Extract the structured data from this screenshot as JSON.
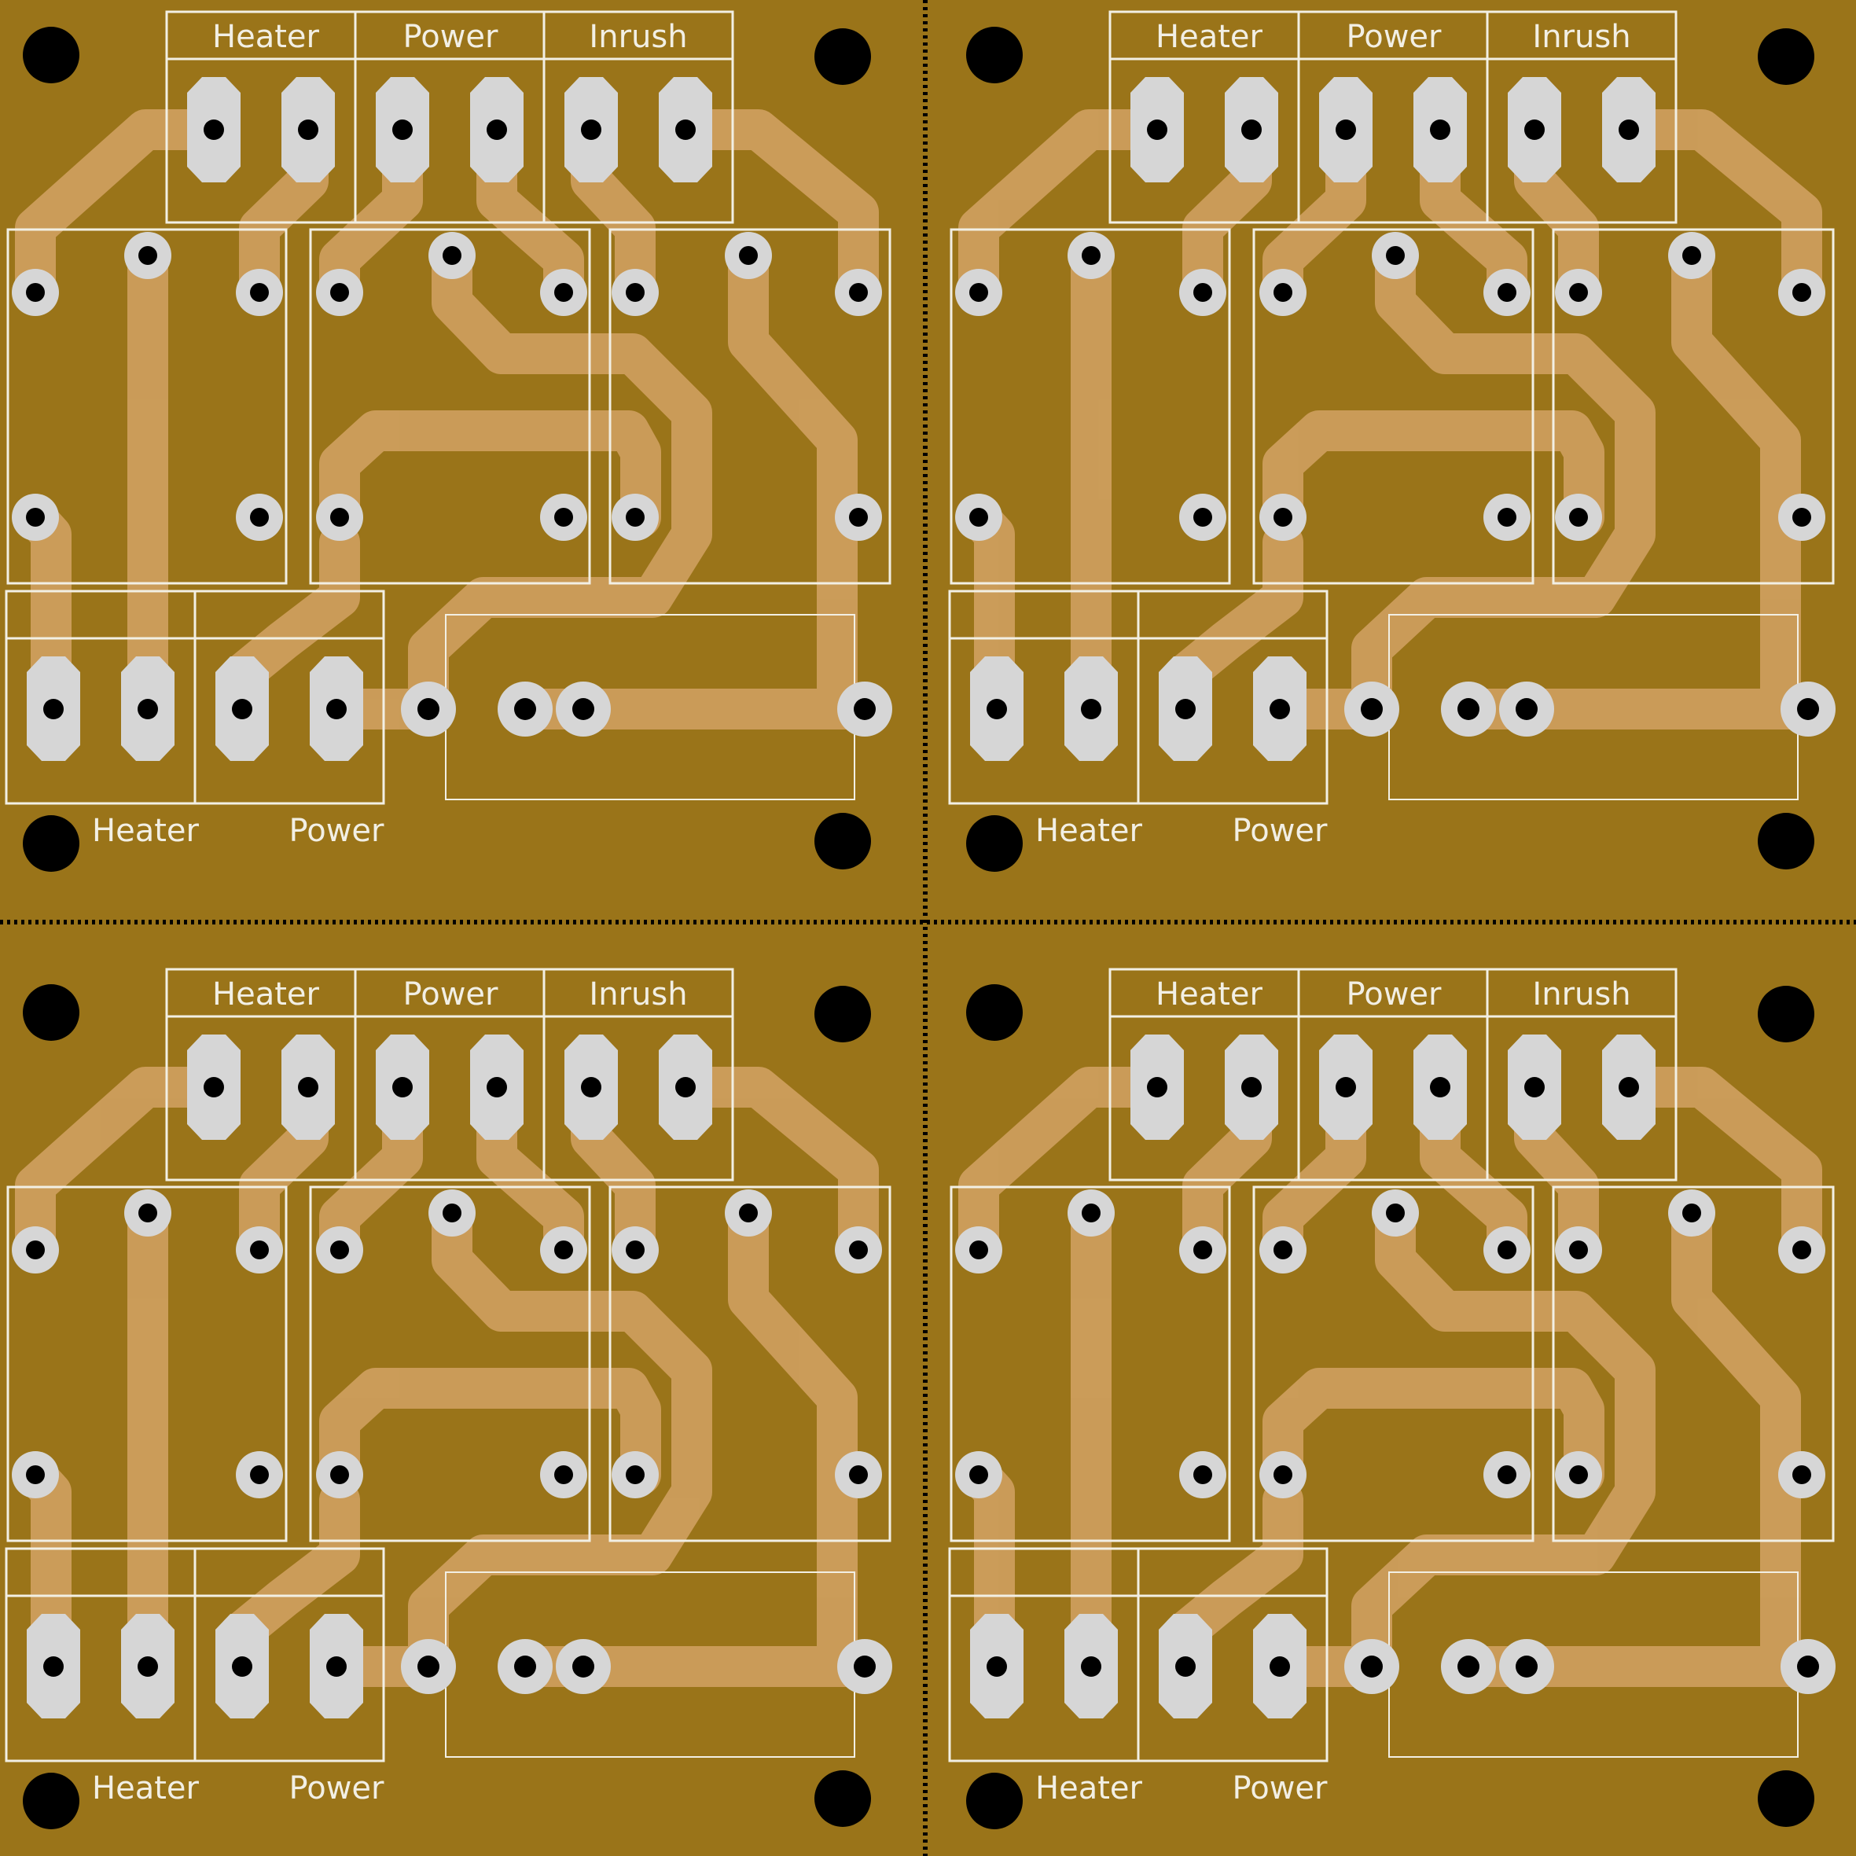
{
  "colors": {
    "board": "#9a7419",
    "copper": "#cf9f5e",
    "pad": "#d6d6d6",
    "silkscreen": "#f2efe4",
    "hole": "#000000"
  },
  "panel": {
    "board_count": 4,
    "layout": "2x2 panelized PCB with dotted break-away lines"
  },
  "board": {
    "top_labels": [
      "Heater",
      "Power",
      "Inrush"
    ],
    "bottom_labels": [
      "Heater",
      "Power"
    ]
  }
}
